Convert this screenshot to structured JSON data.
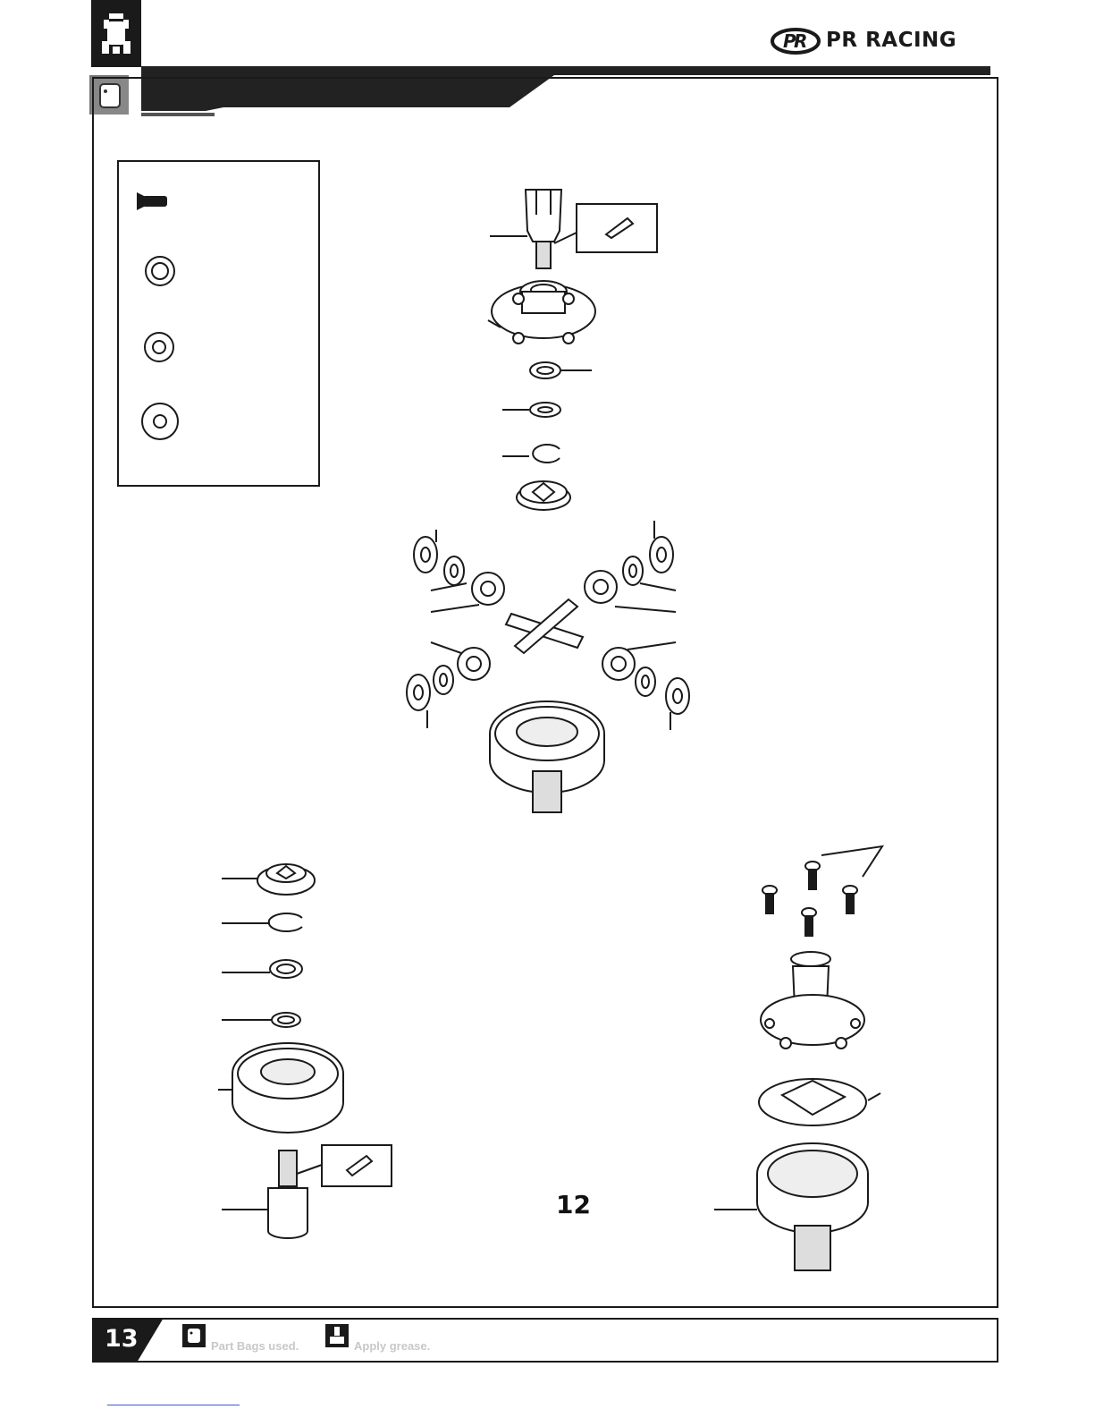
{
  "brand": {
    "name": "PR RACING"
  },
  "step": {
    "number": "12"
  },
  "footer": {
    "page_number": "13",
    "legend": [
      {
        "icon": "part-bag-icon",
        "label": "Part Bags used."
      },
      {
        "icon": "grease-icon",
        "label": "Apply grease."
      }
    ]
  }
}
